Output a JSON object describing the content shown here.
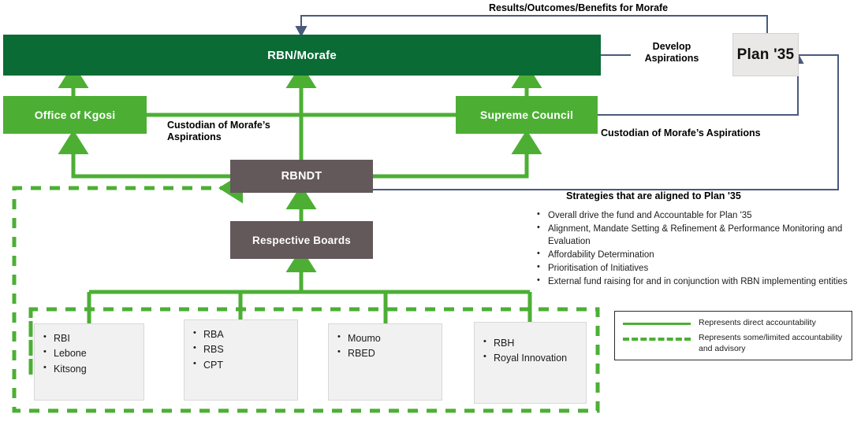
{
  "diagram": {
    "title": "RBN Morafe Governance and Accountability Structure",
    "colors": {
      "dark_green": "#0a6b35",
      "mid_green": "#4caf34",
      "brown": "#63585a",
      "plan_grey": "#e9e8e6",
      "connector_blue": "#4a5a7d",
      "entity_grey": "#f1f1f1"
    }
  },
  "nodes": {
    "rbn_morafe": "RBN/Morafe",
    "office_of_kgosi": "Office of Kgosi",
    "supreme_council": "Supreme Council",
    "rbndt": "RBNDT",
    "respective_boards": "Respective Boards",
    "plan35": "Plan '35"
  },
  "labels": {
    "results": "Results/Outcomes/Benefits  for Morafe",
    "develop_aspirations": "Develop\nAspirations",
    "develop_aspirations_line1": "Develop",
    "develop_aspirations_line2": "Aspirations",
    "custodian_left_line1": "Custodian of Morafe’s",
    "custodian_left_line2": "Aspirations",
    "custodian_right": "Custodian of Morafe’s Aspirations",
    "strategies": "Strategies that are aligned to Plan '35"
  },
  "duties": {
    "items": [
      "Overall drive the fund and Accountable for Plan '35",
      "Alignment, Mandate Setting & Refinement & Performance Monitoring and Evaluation",
      "Affordability Determination",
      "Prioritisation of Initiatives",
      "External fund raising for and in conjunction with  RBN implementing entities"
    ]
  },
  "entity_boxes": [
    {
      "name": "entity-group-1",
      "items": [
        "RBI",
        "Lebone",
        "Kitsong"
      ]
    },
    {
      "name": "entity-group-2",
      "items": [
        "RBA",
        "RBS",
        "CPT"
      ]
    },
    {
      "name": "entity-group-3",
      "items": [
        "Moumo",
        "RBED"
      ]
    },
    {
      "name": "entity-group-4",
      "items": [
        "RBH",
        "Royal Innovation"
      ]
    }
  ],
  "legend": {
    "rows": [
      {
        "style": "solid",
        "text": "Represents  direct accountability"
      },
      {
        "style": "dashed",
        "text": "Represents  some/limited  accountability and advisory"
      }
    ]
  }
}
